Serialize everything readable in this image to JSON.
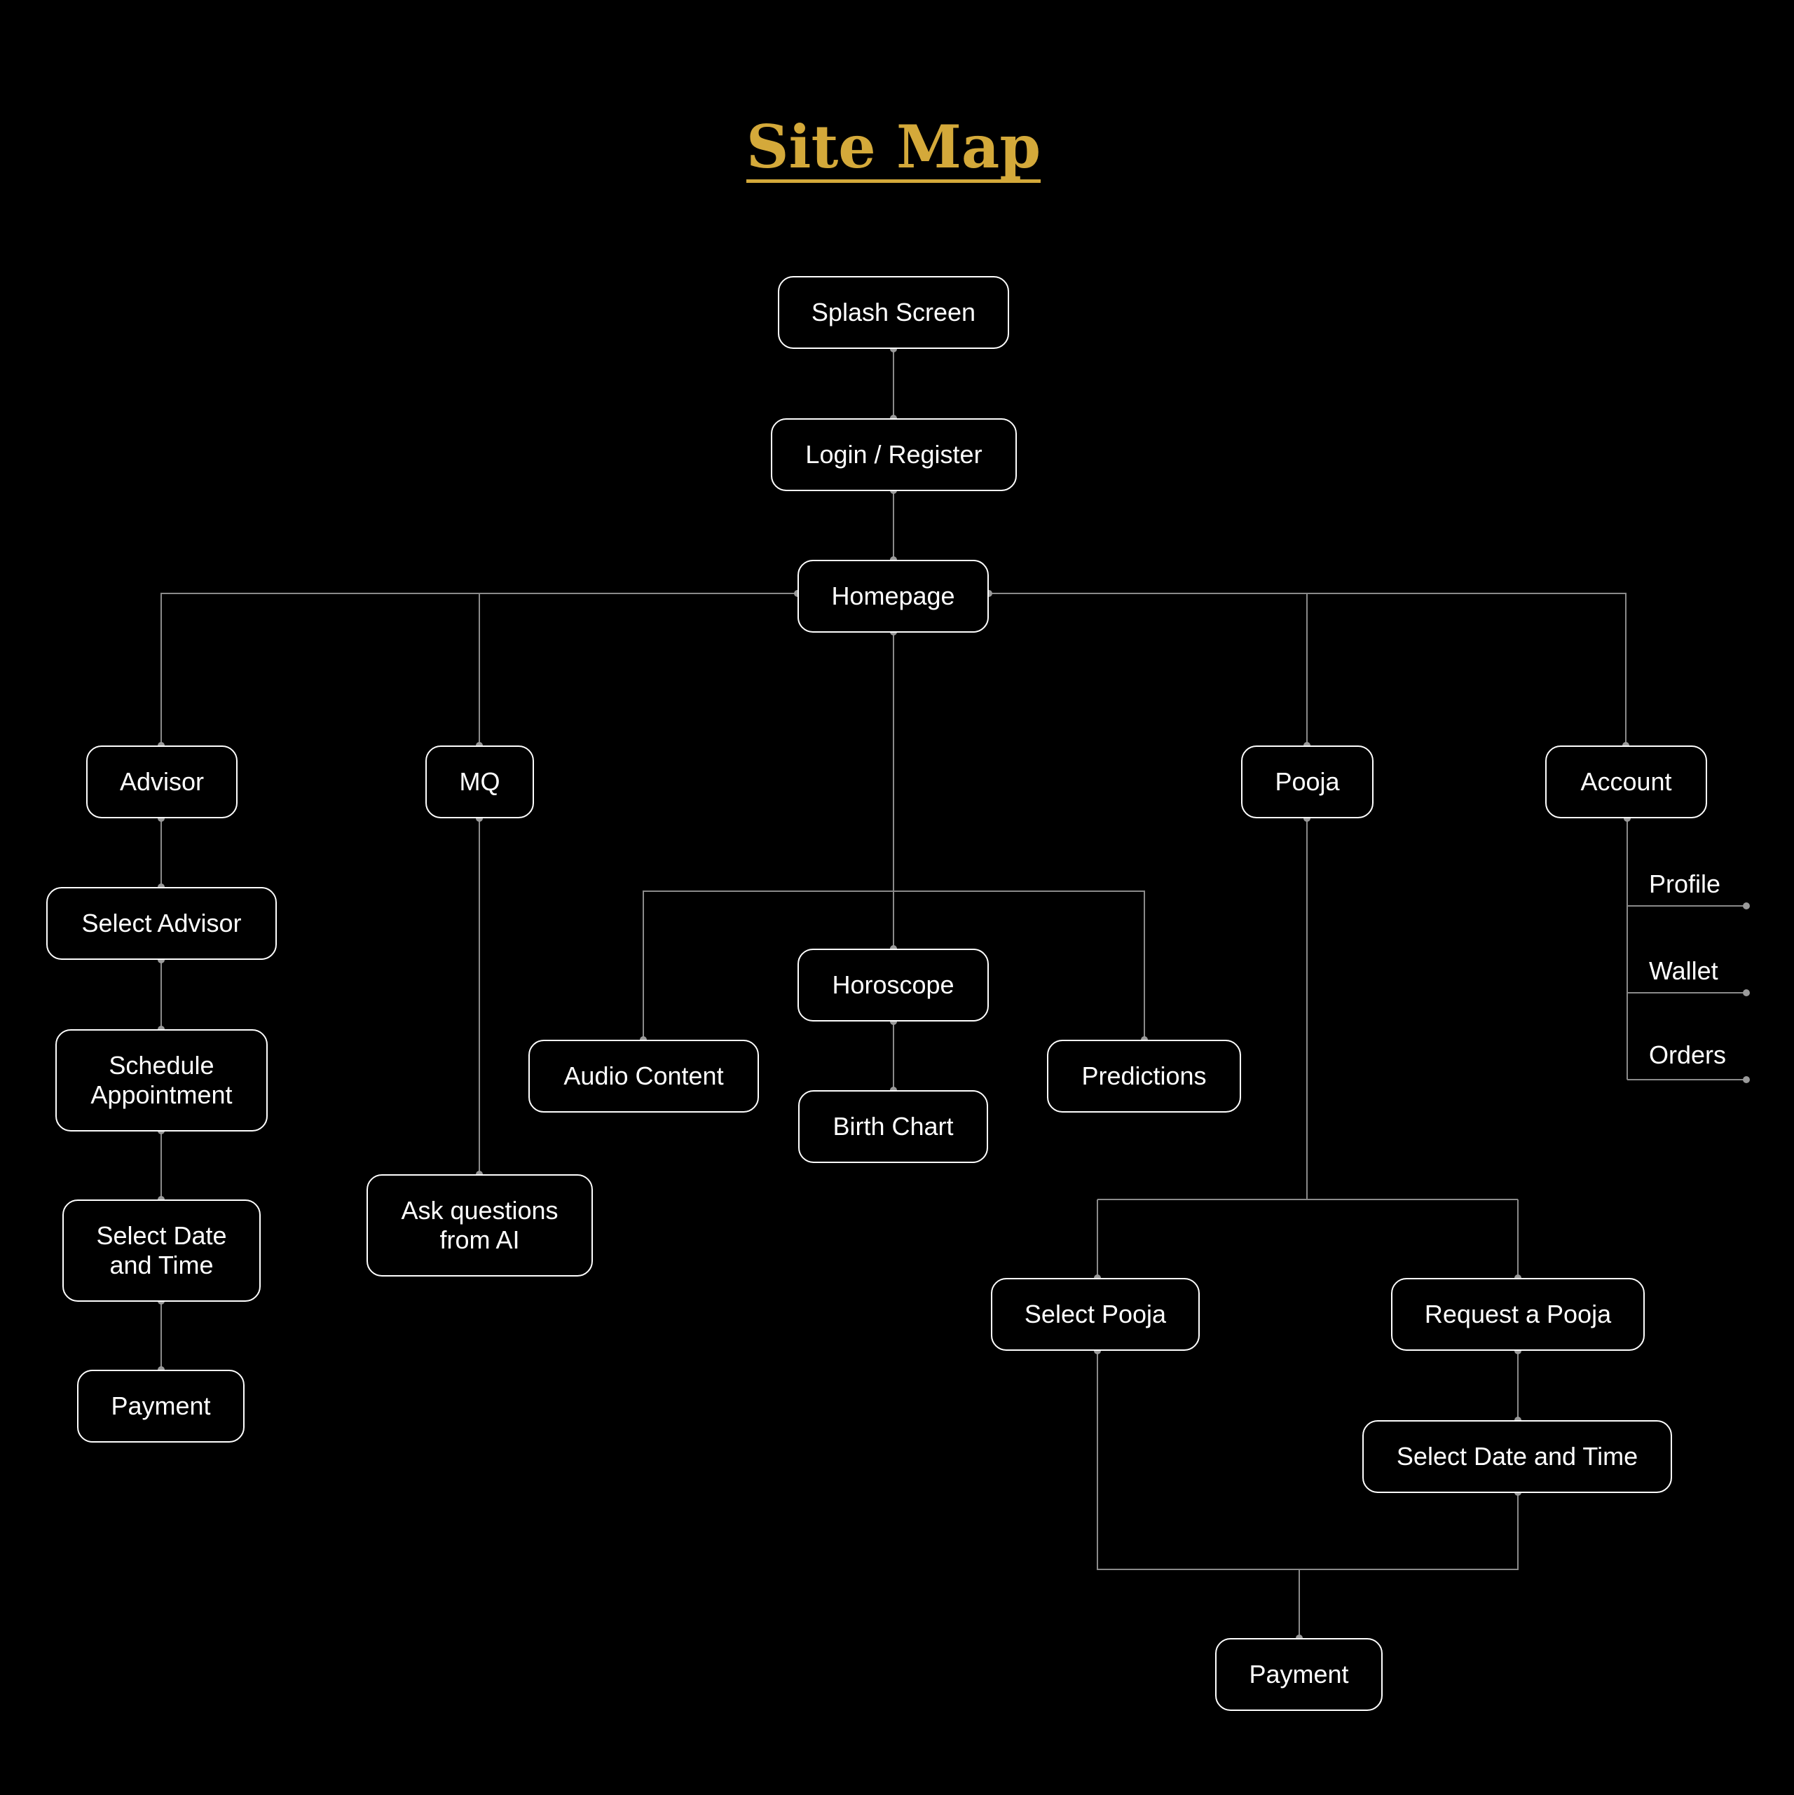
{
  "title": "Site Map",
  "colors": {
    "background": "#000000",
    "title": "#d4a93a",
    "box_border": "#ffffff",
    "connector": "#8a8a8a"
  },
  "nodes": {
    "splash": "Splash Screen",
    "login": "Login / Register",
    "homepage": "Homepage",
    "advisor": "Advisor",
    "mq": "MQ",
    "pooja": "Pooja",
    "account": "Account",
    "select_advisor": "Select Advisor",
    "schedule_appointment": "Schedule\nAppointment",
    "advisor_select_date_time": "Select Date\nand Time",
    "advisor_payment": "Payment",
    "ask_ai": "Ask questions\nfrom AI",
    "audio_content": "Audio Content",
    "horoscope": "Horoscope",
    "birth_chart": "Birth Chart",
    "predictions": "Predictions",
    "select_pooja": "Select Pooja",
    "request_pooja": "Request a Pooja",
    "pooja_select_date_time": "Select Date and Time",
    "pooja_payment": "Payment"
  },
  "account_items": [
    "Profile",
    "Wallet",
    "Orders"
  ]
}
